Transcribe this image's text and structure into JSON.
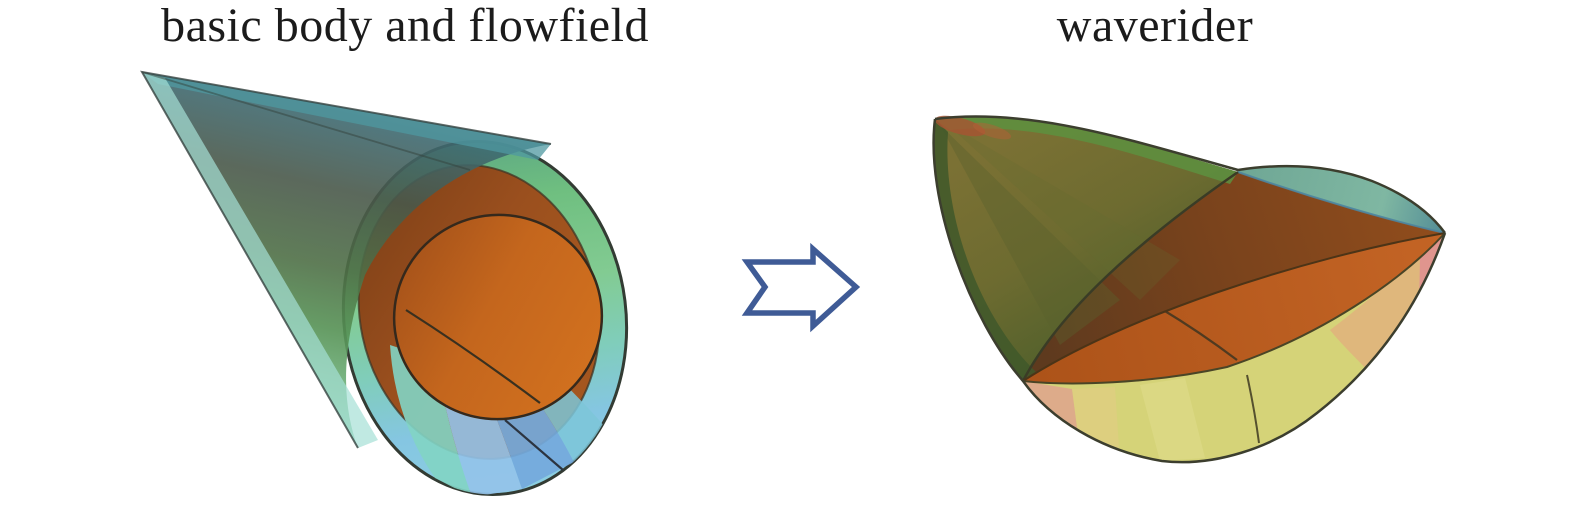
{
  "figure": {
    "left_panel": {
      "caption": "basic body and flowfield",
      "content": "translucent conical shock flowfield enclosing an orange cone body, base plane colored green to blue"
    },
    "right_panel": {
      "caption": "waverider",
      "content": "waverider body carved from the cone flowfield: olive upper surface, orange compression surface, yellow shock underside"
    },
    "arrow_icon": "notched-right-arrow"
  },
  "colors": {
    "caption_text": "#1b1b1b",
    "arrow_blue": "#3f5b96",
    "shock_cone_teal": "#4c8791",
    "cone_green": "#559154",
    "cone_edge_mint": "#a5e0d5",
    "ring_green": "#6fbf80",
    "ring_cyan": "#80cdbb",
    "ring_blue": "#74a9dc",
    "body_orange_bright": "#c4661d",
    "body_orange_dark": "#8f4a1c",
    "waverider_olive_top": "#6d6b30",
    "waverider_green_edge": "#5d9140",
    "waverider_teal_panel": "#6fa795",
    "waverider_orange": "#b2561b",
    "waverider_underside_yellow": "#d5d378",
    "underside_pink": "#dfa18f",
    "underside_peach": "#e2ae7d",
    "outline_dark": "#3c3e2e"
  }
}
